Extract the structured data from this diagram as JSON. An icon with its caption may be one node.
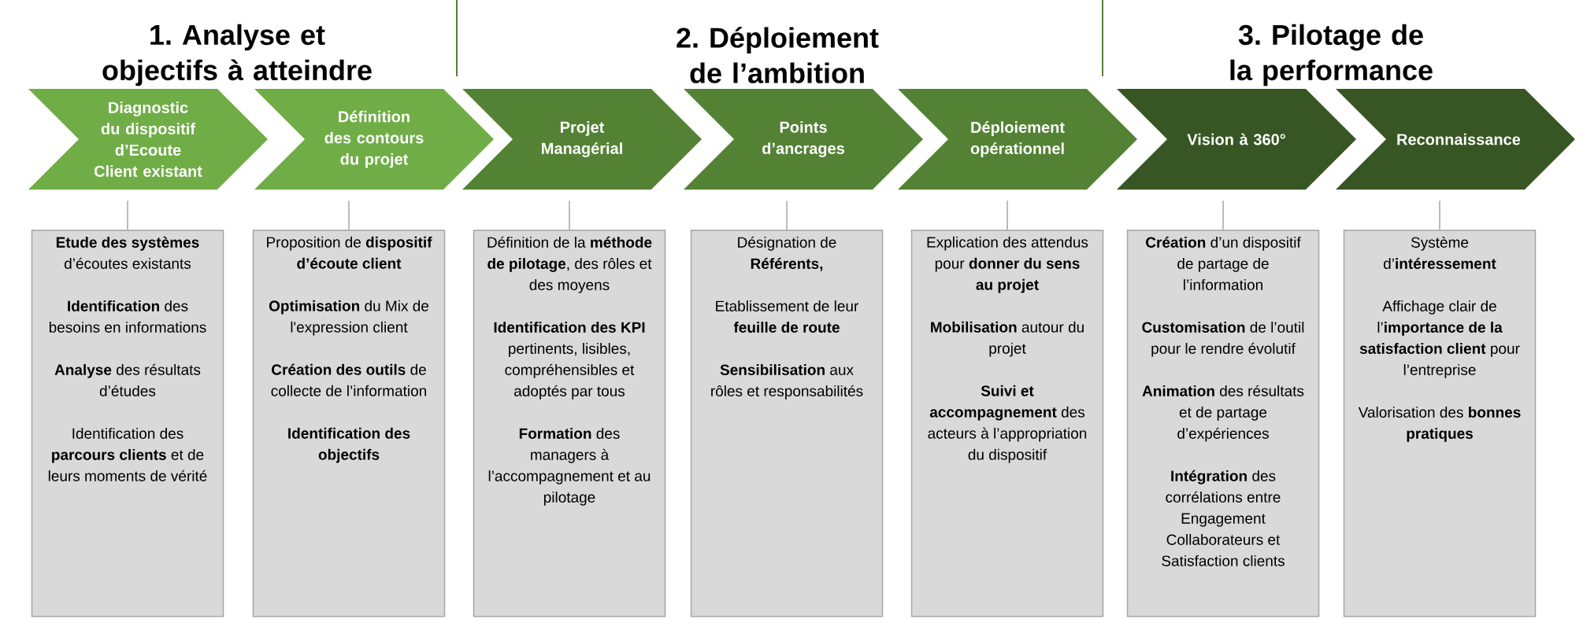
{
  "diagram": {
    "nodes": [
      {
        "text": [
          "Diagnostic du dispositif d’Ecoute Client existant"
        ]
      },
      {
        "text": [
          "Définition des contours du projet"
        ]
      },
      {
        "text": [
          "Projet Managérial"
        ]
      },
      {
        "text": [
          "Points d’ancrages"
        ]
      },
      {
        "text": [
          "Déploiement opérationnel"
        ]
      },
      {
        "text": [
          "Vision à 360°"
        ]
      },
      {
        "text": [
          "Reconnaissance"
        ]
      },
      {
        "text": [
          "**Etude des systèmes** d’écoutes existants",
          "**Identification** des besoins en informations",
          "**Analyse** des résultats d’études",
          "Identification des **parcours clients** et de leurs moments de vérité"
        ]
      },
      {
        "text": [
          "Proposition de **dispositif d’écoute client**",
          "**Optimisation** du Mix de l'expression client",
          "**Création des outils** de collecte de l’information",
          "**Identification des objectifs**"
        ]
      },
      {
        "text": [
          "Définition de la **méthode de pilotage**, des rôles et des moyens",
          "**Identification des KPI** pertinents, lisibles, compréhensibles et adoptés par tous",
          "**Formation** des managers à l’accompagnement et au pilotage"
        ]
      },
      {
        "text": [
          "Désignation de **Référents,**",
          "Etablissement de leur **feuille de route**",
          "**Sensibilisation** aux rôles et responsabilités"
        ]
      },
      {
        "text": [
          "Explication des attendus pour **donner du sens au projet**",
          "**Mobilisation** autour du projet",
          "**Suivi et accompagnement** des acteurs à l’appropriation du dispositif"
        ]
      },
      {
        "text": [
          "**Création** d’un dispositif de partage de l’information",
          "**Customisation** de l’outil pour le rendre évolutif",
          "**Animation** des résultats et de partage d’expériences",
          "**Intégration** des corrélations entre Engagement Collaborateurs et Satisfaction clients"
        ]
      },
      {
        "text": [
          "Système d’**intéressement**",
          "Affichage clair de l’**importance de la satisfaction client** pour l’entreprise",
          "Valorisation des **bonnes pratiques**"
        ]
      }
    ],
    "edges": [
      {
        "from": 0,
        "to": 7,
        "arrow": "none"
      },
      {
        "from": 1,
        "to": 8,
        "arrow": "none"
      },
      {
        "from": 2,
        "to": 9,
        "arrow": "none"
      },
      {
        "from": 3,
        "to": 10,
        "arrow": "none"
      },
      {
        "from": 4,
        "to": 11,
        "arrow": "none"
      },
      {
        "from": 5,
        "to": 12,
        "arrow": "none"
      },
      {
        "from": 6,
        "to": 13,
        "arrow": "none"
      }
    ],
    "labels": [
      "1. Analyse et objectifs à atteindre",
      "2. Déploiement de l’ambition",
      "3. Pilotage de la performance"
    ]
  }
}
